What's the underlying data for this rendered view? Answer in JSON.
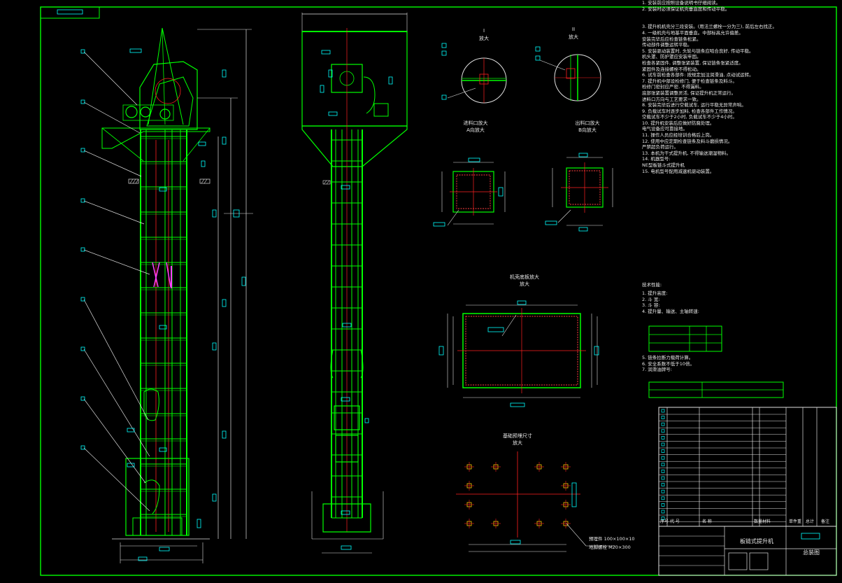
{
  "colors": {
    "background": "#000000",
    "frame": "#00ff00",
    "structure": "#00ff00",
    "centerline": "#ff2020",
    "dimension": "#e0e0e0",
    "tag": "#00ffff",
    "magenta": "#ff40ff"
  },
  "views": {
    "detail_1": {
      "label": "I",
      "scale": "放大"
    },
    "detail_2": {
      "label": "II",
      "scale": "放大"
    },
    "section_a": {
      "label": "进料口放大",
      "sub": "A向放大"
    },
    "section_b": {
      "label": "出料口放大",
      "sub": "B向放大"
    },
    "base_section": {
      "label": "机壳底板放大",
      "sub": "放大"
    },
    "anchor_plan": {
      "label": "基础预埋尺寸",
      "sub": "放大"
    }
  },
  "notes": {
    "lines": [
      "1. 安装前应按照设备说明书仔细阅读。",
      "2. 安装时必须保证机壳垂直度和传动平稳。",
      "",
      "",
      "3. 提升机机壳分三段安装。(用法兰螺栓一分为三), 前后左右找正。",
      "4. 一级机壳与地基平面垂直。中部标高允许偏差。",
      "   安装完毕后应检查链条松紧。",
      "   传动部件调整运转平稳。",
      "5. 安装驱动装置时, 头轮与链条应啮合良好, 传动平稳。",
      "   机头罩、防护罩应安装牢固。",
      "   检查各紧固件, 调整张紧装置, 保证链条张紧适度。",
      "   紧固件及连接螺栓不得松动。",
      "6. 试车前检查各部件: 按规定加注润滑油, 点动试运转。",
      "7. 提升机中部设检修门, 便于检查链条及料斗。",
      "   检修门密封应严密, 不得漏料。",
      "   底部张紧装置调整灵活, 保证提升机正常运行。",
      "   进料口方向与工艺要求一致。",
      "8. 安装完毕后进行空载试车, 运行平稳无异常声响。",
      "9. 负载试车时逐步加料, 检查各部件工作情况。",
      "   空载试车不少于2小时, 负载试车不少于4小时。",
      "10. 提升机安装后应做好防腐处理。",
      "   电气设备应可靠接地。",
      "11. 操作人员应经培训合格后上岗。",
      "12. 使用中应定期检查链条及料斗磨损情况。",
      "   严禁超负荷运行。",
      "13. 本机为干式提升机, 不得输送潮湿物料。",
      "14. 机器型号:",
      "   NE型板链斗式提升机",
      "15. 电机型号配用减速机驱动装置。"
    ],
    "tech_title": "技术性能:",
    "tech_lines": [
      "1. 提升高度: ",
      "2. 斗    宽: ",
      "3. 斗    容: ",
      "4. 提升量、输送、主轴转速:"
    ],
    "after_lines": [
      "5. 链条拉断力载荷计算。",
      "6. 安全系数不低于10倍。",
      "7. 润滑油牌号:"
    ]
  },
  "title_block": {
    "machine_name": "板链式提升机",
    "drawing_label": "总装图",
    "header_cols": [
      "序号",
      "代  号",
      "名  称",
      "数量",
      "材料",
      "单件重",
      "总计",
      "备注"
    ]
  },
  "anchor_notes": {
    "line1": "预埋件 100×100×10",
    "line2": "地脚螺栓 M20×300"
  }
}
